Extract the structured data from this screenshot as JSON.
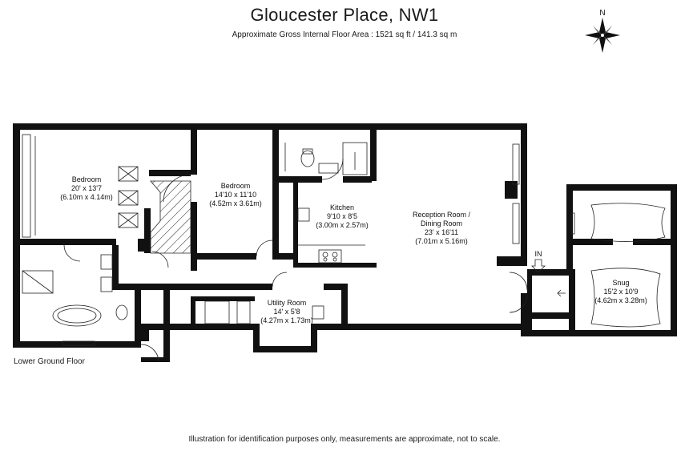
{
  "header": {
    "title": "Gloucester Place, NW1",
    "subtitle": "Approximate Gross Internal Floor Area : 1521 sq ft / 141.3 sq m"
  },
  "compass": {
    "label": "N"
  },
  "floor": {
    "label": "Lower Ground Floor"
  },
  "entrance": {
    "label": "IN"
  },
  "rooms": {
    "bedroom1": {
      "name": "Bedroom",
      "imperial": "20' x 13'7",
      "metric": "(6.10m x 4.14m)"
    },
    "bedroom2": {
      "name": "Bedroom",
      "imperial": "14'10 x 11'10",
      "metric": "(4.52m x 3.61m)"
    },
    "kitchen": {
      "name": "Kitchen",
      "imperial": "9'10 x 8'5",
      "metric": "(3.00m x 2.57m)"
    },
    "reception": {
      "name": "Reception Room /",
      "name2": "Dining Room",
      "imperial": "23' x 16'11",
      "metric": "(7.01m x 5.16m)"
    },
    "snug": {
      "name": "Snug",
      "imperial": "15'2 x 10'9",
      "metric": "(4.62m x 3.28m)"
    },
    "utility": {
      "name": "Utility Room",
      "imperial": "14' x 5'8",
      "metric": "(4.27m x 1.73m)"
    }
  },
  "footer": {
    "disclaimer": "Illustration for identification purposes only, measurements are approximate, not to scale."
  }
}
